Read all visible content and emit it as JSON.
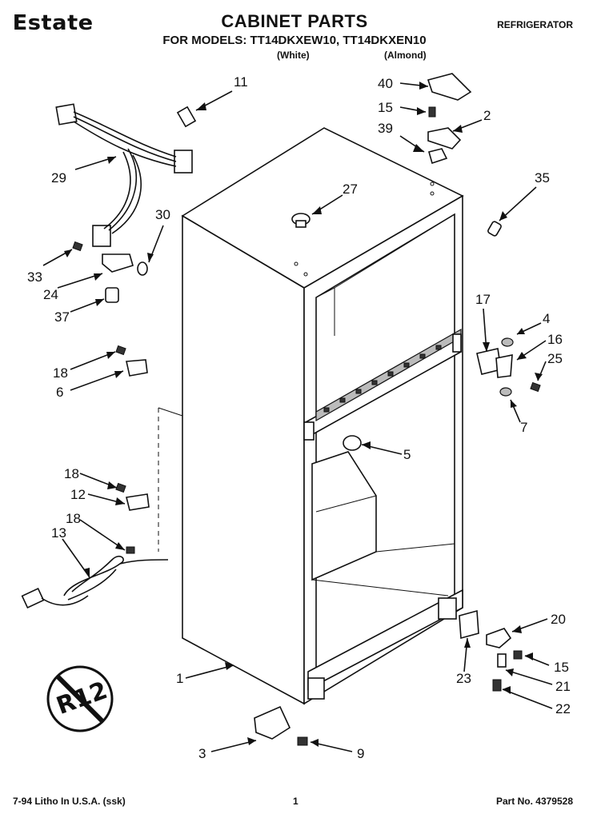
{
  "header": {
    "brand": "Estate",
    "title": "CABINET PARTS",
    "models": "FOR MODELS: TT14DKXEW10, TT14DKXEN10",
    "variant_white": "(White)",
    "variant_almond": "(Almond)",
    "category": "REFRIGERATOR"
  },
  "footer": {
    "printed": "7-94 Litho In U.S.A. (ssk)",
    "page": "1",
    "part_no": "Part No. 4379528"
  },
  "callouts": [
    "11",
    "40",
    "15",
    "2",
    "39",
    "29",
    "27",
    "35",
    "30",
    "33",
    "24",
    "37",
    "17",
    "4",
    "16",
    "25",
    "18",
    "6",
    "7",
    "5",
    "18",
    "12",
    "18",
    "13",
    "20",
    "15",
    "21",
    "1",
    "23",
    "22",
    "3",
    "9"
  ],
  "badge": {
    "text": "R12"
  }
}
